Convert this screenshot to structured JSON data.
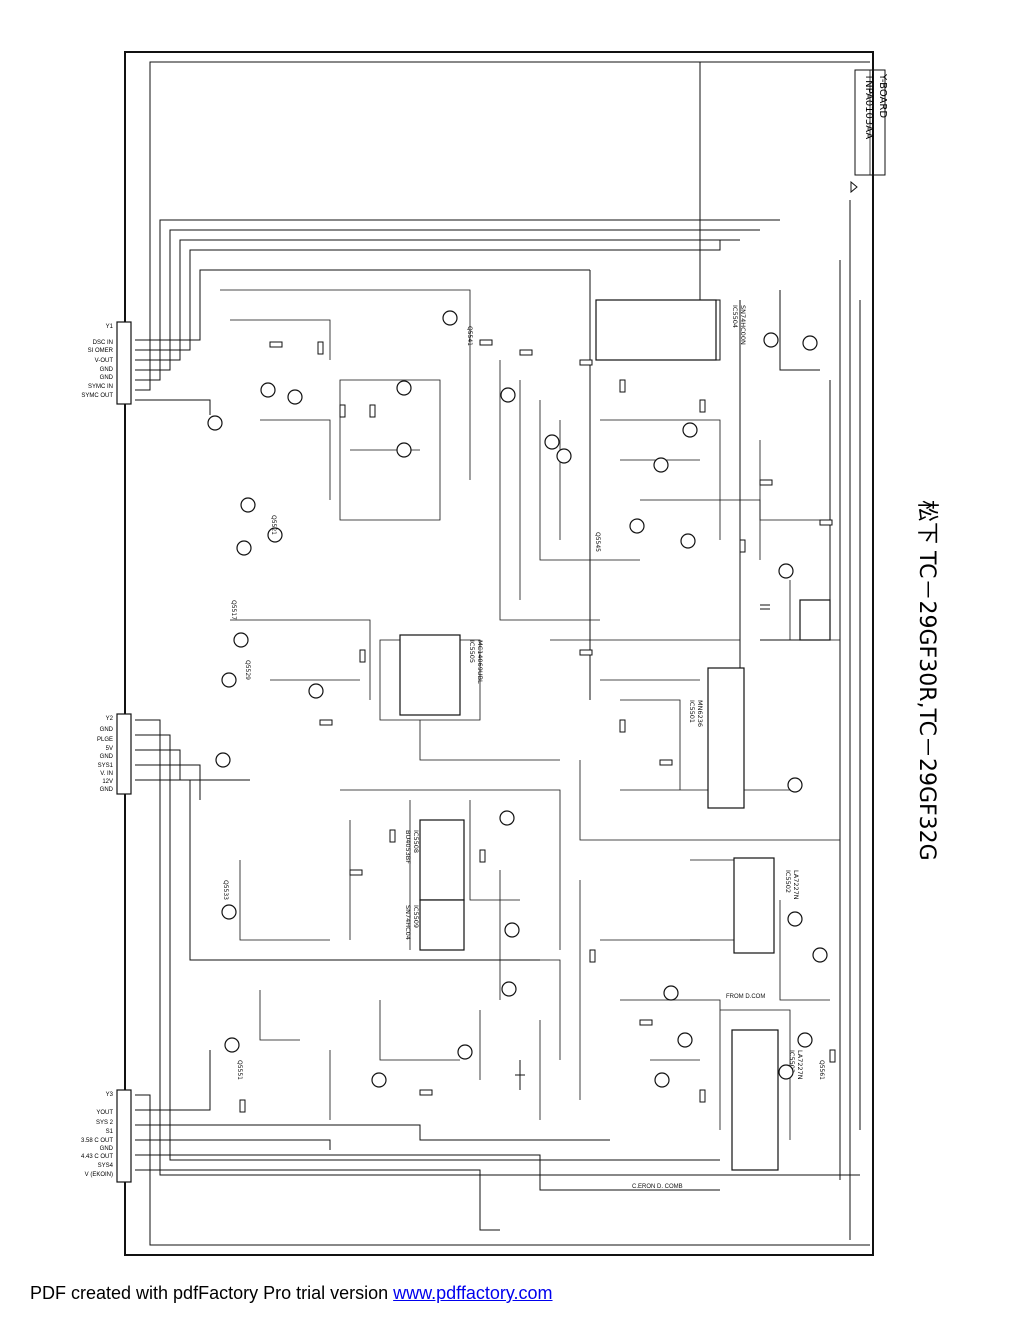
{
  "board": {
    "name": "Y-BOARD",
    "part": "TNPA0103AA",
    "title": "松下 TC－29GF30R,TC－29GF32G"
  },
  "connectors": {
    "top": {
      "ref": "Y1",
      "pins": [
        "DSC IN",
        "SI OMER",
        "V-OUT",
        "GND",
        "GND",
        "SYMC IN",
        "SYMC OUT"
      ]
    },
    "middle": {
      "ref": "Y2",
      "pins": [
        "GND",
        "PLGE",
        "5V",
        "GND",
        "SYS1",
        "V. IN",
        "12V",
        "GND"
      ]
    },
    "bottom": {
      "ref": "Y3",
      "pins": [
        "YOUT",
        "SYS 2",
        "S1",
        "3.58 C OUT",
        "GND",
        "4.43 C OUT",
        "SYS4",
        "V (EKOIN)"
      ]
    }
  },
  "ics": [
    {
      "ref": "IC5504",
      "part": "SN74HC00N"
    },
    {
      "ref": "IC5505",
      "part": "MC14069UBL"
    },
    {
      "ref": "IC5501",
      "part": "MN6236"
    },
    {
      "ref": "IC5502",
      "part": "LA7227N"
    },
    {
      "ref": "IC5503",
      "part": "LA7227N"
    },
    {
      "ref": "IC5508",
      "part": "BU4053BF"
    },
    {
      "ref": "IC5509",
      "part": "SN74HC04"
    }
  ],
  "labels": {
    "from_dcom": "FROM D.COM",
    "eron_comb": "C.ERON D. COMB",
    "q1": "Q5517",
    "q2": "Q5521",
    "q3": "Q5529",
    "q4": "Q5533",
    "q5": "Q5541",
    "q6": "Q5545",
    "q7": "Q5551",
    "q8": "Q5561"
  },
  "footer": {
    "text": "PDF created with pdfFactory Pro trial version ",
    "link": "www.pdffactory.com"
  }
}
